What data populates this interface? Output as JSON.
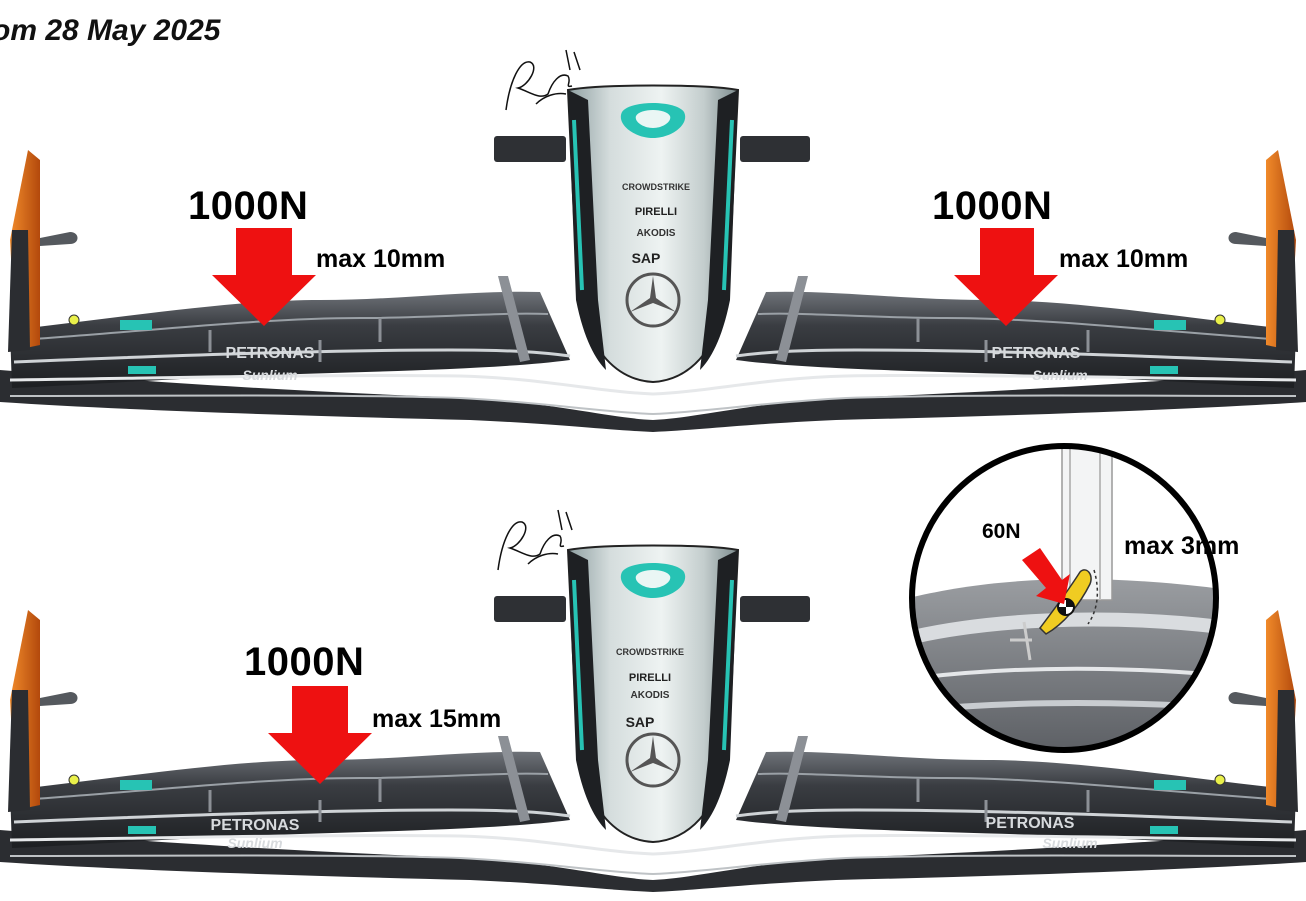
{
  "title": "om 28 May 2025",
  "top_wing": {
    "left": {
      "force": "1000N",
      "deflection": "max 10mm"
    },
    "right": {
      "force": "1000N",
      "deflection": "max 10mm"
    }
  },
  "bottom_wing": {
    "left": {
      "force": "1000N",
      "deflection": "max 15mm"
    }
  },
  "detail_inset": {
    "force": "60N",
    "deflection": "max 3mm"
  },
  "sponsors": {
    "nose": [
      "CROWDSTRIKE",
      "PIRELLI",
      "AKODIS",
      "SAP"
    ],
    "wing_main": "PETRONAS",
    "wing_lower": "Sunlium"
  },
  "colors": {
    "arrow": "#ee1111",
    "wing_body": "#3a3d42",
    "nose_body": "#c9d4d4",
    "teal_accent": "#27c3b4",
    "endplate_orange": "#e0701a"
  }
}
